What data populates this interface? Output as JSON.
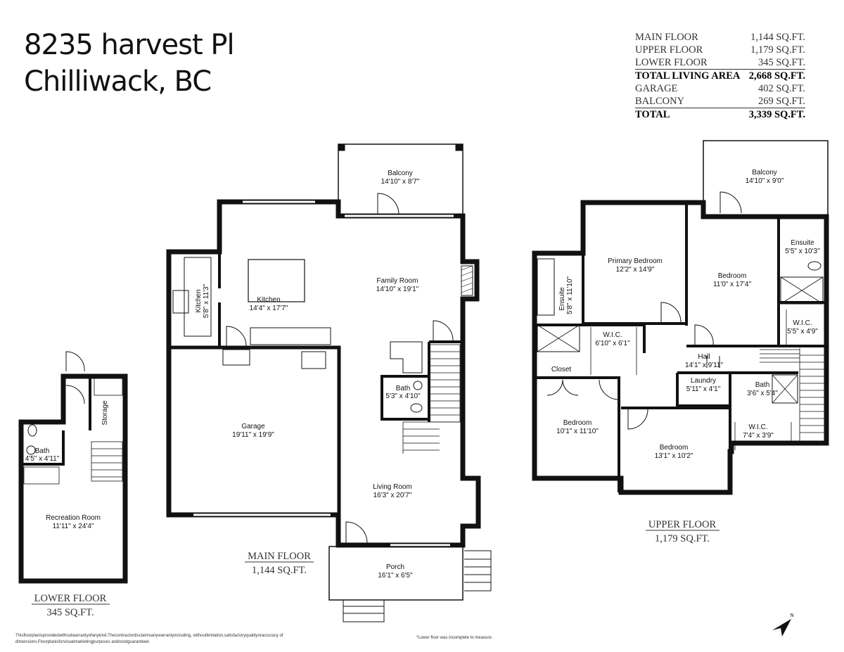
{
  "header": {
    "address_line1": "8235 harvest Pl",
    "address_line2": "Chilliwack, BC"
  },
  "summary": [
    {
      "label": "MAIN FLOOR",
      "value": "1,144 SQ.FT."
    },
    {
      "label": "UPPER  FLOOR",
      "value": "1,179 SQ.FT."
    },
    {
      "label": "LOWER FLOOR",
      "value": "345 SQ.FT."
    },
    {
      "label": "TOTAL LIVING AREA",
      "value": "2,668 SQ.FT."
    },
    {
      "label": "GARAGE",
      "value": "402 SQ.FT."
    },
    {
      "label": "BALCONY",
      "value": "269 SQ.FT."
    },
    {
      "label": "TOTAL",
      "value": "3,339 SQ.FT."
    }
  ],
  "floors": {
    "main": {
      "label": "MAIN  FLOOR",
      "area": "1,144 SQ.FT."
    },
    "upper": {
      "label": "UPPER FLOOR",
      "area": "1,179 SQ.FT."
    },
    "lower": {
      "label": "LOWER FLOOR",
      "area": "345 SQ.FT."
    }
  },
  "rooms": {
    "main": {
      "balcony": {
        "name": "Balcony",
        "dims": "14'10\" x 8'7\""
      },
      "kitchen": {
        "name": "Kitchen",
        "dims": "14'4\" x 17'7\""
      },
      "kitchen_small": {
        "name": "Kitchen",
        "dims": "5'8\" x 11'3\""
      },
      "family": {
        "name": "Family Room",
        "dims": "14'10\" x 19'1\""
      },
      "garage": {
        "name": "Garage",
        "dims": "19'11\" x 19'9\""
      },
      "bath": {
        "name": "Bath",
        "dims": "5'3\" x 4'10\""
      },
      "living": {
        "name": "Living Room",
        "dims": "16'3\" x 20'7\""
      },
      "porch": {
        "name": "Porch",
        "dims": "16'1\" x 6'5\""
      }
    },
    "upper": {
      "balcony": {
        "name": "Balcony",
        "dims": "14'10\" x 9'0\""
      },
      "primary": {
        "name": "Primary Bedroom",
        "dims": "12'2\" x 14'9\""
      },
      "bedroom_ne": {
        "name": "Bedroom",
        "dims": "11'0\" x 17'4\""
      },
      "ensuite_e": {
        "name": "Ensuite",
        "dims": "5'5\" x 10'3\""
      },
      "ensuite_w": {
        "name": "Ensuite",
        "dims": "5'8\" x 11'10\""
      },
      "wic_e": {
        "name": "W.I.C.",
        "dims": "5'5\" x 4'9\""
      },
      "wic_c": {
        "name": "W.I.C.",
        "dims": "6'10\" x 6'1\""
      },
      "closet": {
        "name": "Closet"
      },
      "hall": {
        "name": "Hall",
        "dims": "14'1\" x 9'11\""
      },
      "laundry": {
        "name": "Laundry",
        "dims": "5'11\" x 4'1\""
      },
      "bath": {
        "name": "Bath",
        "dims": "3'6\" x 5'4\""
      },
      "wic_s": {
        "name": "W.I.C.",
        "dims": "7'4\" x 3'9\""
      },
      "bedroom_w": {
        "name": "Bedroom",
        "dims": "10'1\" x 11'10\""
      },
      "bedroom_s": {
        "name": "Bedroom",
        "dims": "13'1\" x 10'2\""
      }
    },
    "lower": {
      "storage": {
        "name": "Storage"
      },
      "bath": {
        "name": "Bath",
        "dims": "4'5\" x 4'11\""
      },
      "recreation": {
        "name": "Recreation Room",
        "dims": "11'11\" x 24'4\""
      }
    }
  },
  "footer": {
    "disclaimer_line1": "Thisfloorplanisprovidedwithoutwarrantyofanykind.Thecontractordisclaimsanywarrantyincluding, withoutlimitation,satisfactoryqualityoraccuracy of",
    "disclaimer_line2": "dimensions.Floorplanisforvisualmarketingpurposes andisnotguaranteed.",
    "note": "*Lower floor was incomplete to measure."
  },
  "compass": {
    "label": "N",
    "icon": "north-arrow-icon"
  }
}
